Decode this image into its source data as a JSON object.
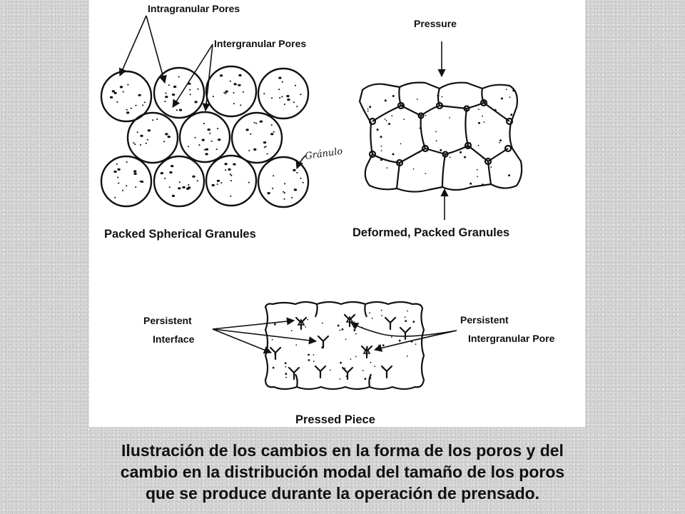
{
  "diagram": {
    "packed": {
      "intragranular_label": "Intragranular Pores",
      "intergranular_label": "Intergranular Pores",
      "granule_label": "Gránulo",
      "title": "Packed Spherical Granules"
    },
    "deformed": {
      "pressure_label": "Pressure",
      "title": "Deformed, Packed Granules"
    },
    "pressed": {
      "interface_label_line1": "Persistent",
      "interface_label_line2": "Interface",
      "pore_label_line1": "Persistent",
      "pore_label_line2": "Intergranular Pore",
      "title": "Pressed Piece"
    }
  },
  "caption": {
    "line1": "Ilustración de los cambios en la forma de los poros y del",
    "line2": "cambio en la distribución modal del tamaño de los poros",
    "line3": "que se produce durante la operación de prensado."
  }
}
